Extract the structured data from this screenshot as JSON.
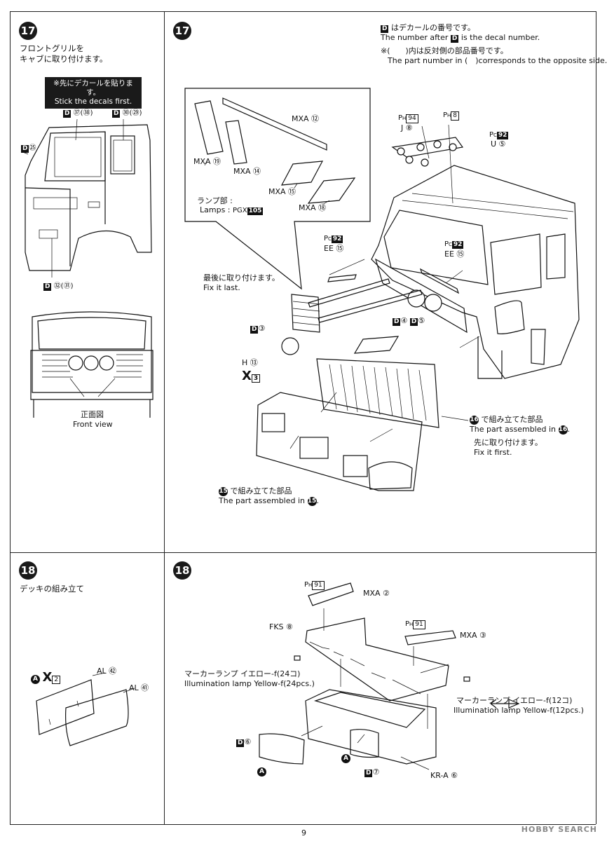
{
  "page_number": "9",
  "watermark": "HOBBY SEARCH",
  "step17": {
    "number": "17",
    "title_line1": "フロントグリルを",
    "title_line2": "キャブに取り付けます。",
    "notice_jp": "※先にデカールを貼ります。",
    "notice_en": "Stick the decals first.",
    "front_view_jp": "正面図",
    "front_view_en": "Front view",
    "decal_labels": {
      "d37": "㊲",
      "d38": "(㊳)",
      "d30": "㉚",
      "d29": "(㉙)",
      "d25": "㉕",
      "d32": "㉜",
      "d31": "(㉛)"
    },
    "legend": {
      "decal_jp": "はデカールの番号です。",
      "decal_en_pre": "The number after",
      "decal_en_post": "is the decal number.",
      "paren_jp": "※(　　)内は反対側の部品番号です。",
      "paren_en": "The part number in (　)corresponds to the opposite side."
    },
    "parts": {
      "mxa12": "MXA ⑫",
      "mxa19": "MXA ⑲",
      "mxa14": "MXA ⑭",
      "mxa15": "MXA ⑮",
      "mxa18": "MXA ⑱",
      "lamps_jp": "ランプ部",
      "lamps_en": "Lamps",
      "pgx": "GX",
      "pgx_num": "105",
      "ph94": "94",
      "ph8": "8",
      "j8": "J ⑧",
      "pc92a": "92",
      "u5": "U ⑤",
      "pc92b": "92",
      "ee15a": "EE ⑮",
      "pc92c": "92",
      "ee15b": "EE ⑮",
      "fix_last_jp": "最後に取り付けます。",
      "fix_last_en": "Fix it last.",
      "d3": "③",
      "d4": "④",
      "d5": "⑤",
      "h13": "H ⑬",
      "x3": "3",
      "asm16_jp": "で組み立てた部品",
      "asm16_en": "The part assembled in",
      "asm16_num": "16",
      "fix_first_jp": "先に取り付けます。",
      "fix_first_en": "Fix it first.",
      "asm15_jp": "で組み立てた部品",
      "asm15_en": "The part assembled in",
      "asm15_num": "15"
    }
  },
  "step18": {
    "number": "18",
    "title": "デッキの組み立て",
    "parts": {
      "al52": "AL ㊷",
      "al51": "AL ㊶",
      "ph91a": "91",
      "mxa2": "MXA ②",
      "fks8": "FKS ⑧",
      "ph91b": "91",
      "mxa3": "MXA ③",
      "lamp24_jp": "マーカーランプ イエロー-f(24コ)",
      "lamp24_en": "Illumination lamp Yellow-f(24pcs.)",
      "lamp12_jp": "マーカーランプ イエロー-f(12コ)",
      "lamp12_en": "Illumination lamp Yellow-f(12pcs.)",
      "d6": "⑥",
      "d7": "⑦",
      "kra6": "KR-A ⑥",
      "a": "A",
      "x2": "2"
    }
  }
}
